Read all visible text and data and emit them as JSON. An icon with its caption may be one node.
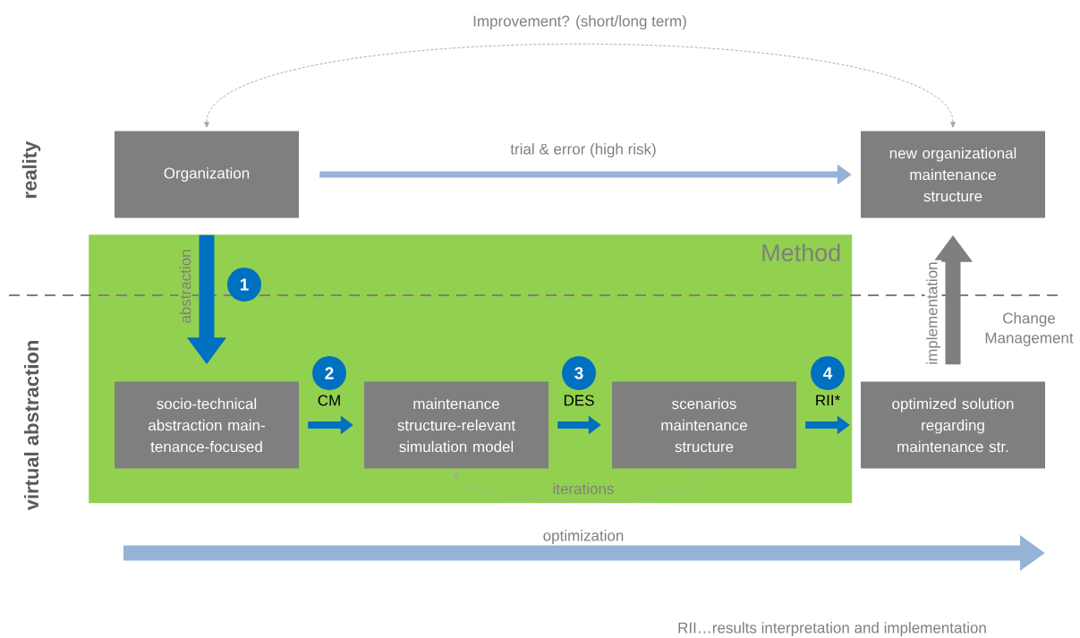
{
  "diagram": {
    "nodes": [
      {
        "text": [
          "Organization"
        ]
      },
      {
        "text": [
          "new organizational maintenance structure"
        ]
      },
      {
        "text": [
          "Method"
        ]
      },
      {
        "text": [
          "1"
        ],
        "in": 2
      },
      {
        "text": [
          "2"
        ],
        "in": 2,
        "beside": [
          "CM"
        ]
      },
      {
        "text": [
          "3"
        ],
        "in": 2,
        "beside": [
          "DES"
        ]
      },
      {
        "text": [
          "4"
        ],
        "in": 2,
        "beside": [
          "RII*"
        ]
      },
      {
        "text": [
          "socio-technical abstraction main-tenance-focused"
        ],
        "in": 2
      },
      {
        "text": [
          "maintenance structure-relevant simulation model"
        ],
        "in": 2
      },
      {
        "text": [
          "scenarios maintenance structure"
        ],
        "in": 2
      },
      {
        "text": [
          "optimized solution regarding maintenance str."
        ]
      }
    ],
    "edges": [
      {
        "from": 0,
        "to": 1,
        "arrow": "to",
        "label": "trial & error (high risk)",
        "color": "#95b3d7"
      },
      {
        "from": 0,
        "to": 1,
        "arrow": "both",
        "label": "Improvement? (short/long term)",
        "style": "dashed",
        "color": "#a6a6a6"
      },
      {
        "from": 0,
        "to": 7,
        "arrow": "to",
        "label": "abstraction",
        "style": "thick"
      },
      {
        "from": 7,
        "to": 8,
        "arrow": "to"
      },
      {
        "from": 8,
        "to": 9,
        "arrow": "to"
      },
      {
        "from": 9,
        "to": 10,
        "arrow": "to"
      },
      {
        "from": 9,
        "to": 8,
        "arrow": "to",
        "label": "iterations",
        "style": "dashed",
        "color": "#a6a6a6"
      },
      {
        "from": 10,
        "to": 1,
        "arrow": "to",
        "label": "implementation",
        "style": "thick",
        "color": "#7f7f7f"
      }
    ],
    "labels": [
      "reality",
      "Change Management",
      "virtual abstraction",
      "optimization",
      "RII…results interpretation and implementation"
    ]
  }
}
